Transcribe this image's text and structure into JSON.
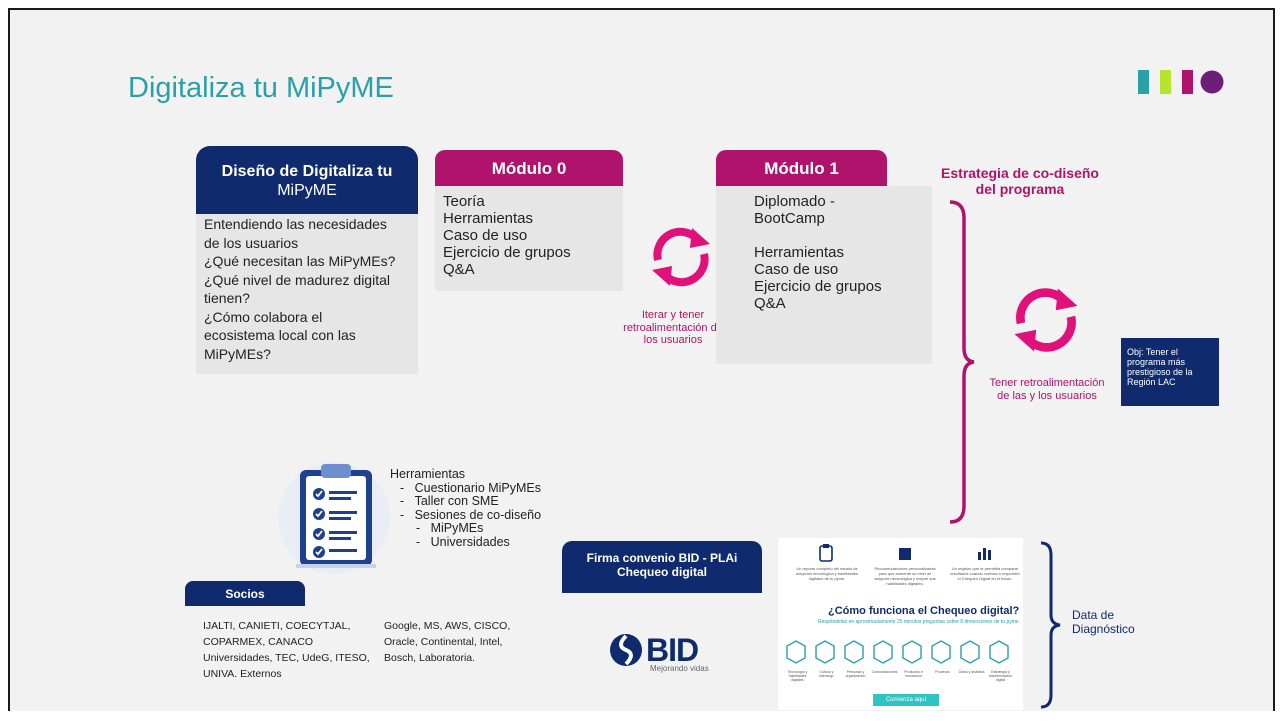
{
  "title": "Digitaliza tu MiPyME",
  "colors": {
    "teal": "#2aa0a8",
    "magenta": "#b0136b",
    "navy": "#0f2b6e",
    "lime": "#b6e32e",
    "purple": "#6b1f7a"
  },
  "diseno": {
    "header_line1": "Diseño de Digitaliza tu",
    "header_line2": "MiPyME",
    "lines": [
      "Entendiendo las necesidades",
      "de los usuarios",
      "¿Qué necesitan las MiPyMEs?",
      "¿Qué nivel de madurez digital",
      "tienen?",
      "¿Cómo colabora el",
      "ecosistema local con las",
      "MiPyMEs?"
    ]
  },
  "modulo0": {
    "header": "Módulo 0",
    "items": [
      "Teoría",
      "Herramientas",
      "Caso de uso",
      "Ejercicio de grupos",
      "Q&A"
    ]
  },
  "iterate": {
    "icon": "refresh-icon",
    "lines": [
      "Iterar y tener",
      "retroalimentación de",
      "los usuarios"
    ]
  },
  "modulo1": {
    "header": "Módulo 1",
    "items": [
      "Diplomado -",
      "BootCamp",
      "",
      "Herramientas",
      "Caso de uso",
      "Ejercicio de grupos",
      "Q&A"
    ]
  },
  "estrategia": {
    "title_line1": "Estrategia de co-diseño",
    "title_line2": "del programa",
    "feedback_line1": "Tener retroalimentación",
    "feedback_line2": "de las y los usuarios"
  },
  "objetivo": {
    "lines": [
      "Obj: Tener el",
      "programa más",
      "prestigioso de la",
      "Región LAC"
    ]
  },
  "herramientas": {
    "title": "Herramientas",
    "items": [
      "Cuestionario MiPyMEs",
      "Taller con SME",
      "Sesiones de co-diseño"
    ],
    "subitems": [
      "MiPyMEs",
      "Universidades"
    ]
  },
  "socios": {
    "label": "Socios",
    "left": [
      "IJALTI, CANIETI, COECYTJAL,",
      "COPARMEX, CANACO",
      "Universidades, TEC, UdeG, ITESO,",
      "UNIVA.  Externos"
    ],
    "right": [
      "Google, MS, AWS, CISCO,",
      "Oracle, Continental, Intel,",
      "Bosch, Laboratoria."
    ]
  },
  "firma": {
    "line1": "Firma convenio BID - PLAi",
    "line2": "Chequeo digital"
  },
  "bid": {
    "logo": "BID",
    "tagline": "Mejorando vidas"
  },
  "diagnostico": {
    "heading": "¿Cómo funciona el Chequeo digital?",
    "subheading": "Respóndelas en aproximadamente 25 minutos preguntas sobre 8 dimensiones de tu pyme.",
    "col1": "Un reporte completo del estado de adopción tecnológica y habilidades digitales de tu pyme.",
    "col2": "Recomendaciones personalizadas para que aumente su nivel de adopción tecnológica y mejore sus habilidades digitales.",
    "col3": "Un registro que te permitirá comparar resultados cuando vuelvas a responder el Chequeo Digital en el futuro.",
    "dimensions": [
      "Tecnología y habilidades digitales",
      "Cultura y liderazgo",
      "Personas y organización",
      "Comunicaciones",
      "Productos e innovación",
      "Procesos",
      "Datos y analítica",
      "Estrategia y transformación digital"
    ],
    "button": "Comienza aquí"
  },
  "data_diag": {
    "line1": "Data de",
    "line2": "Diagnóstico"
  }
}
